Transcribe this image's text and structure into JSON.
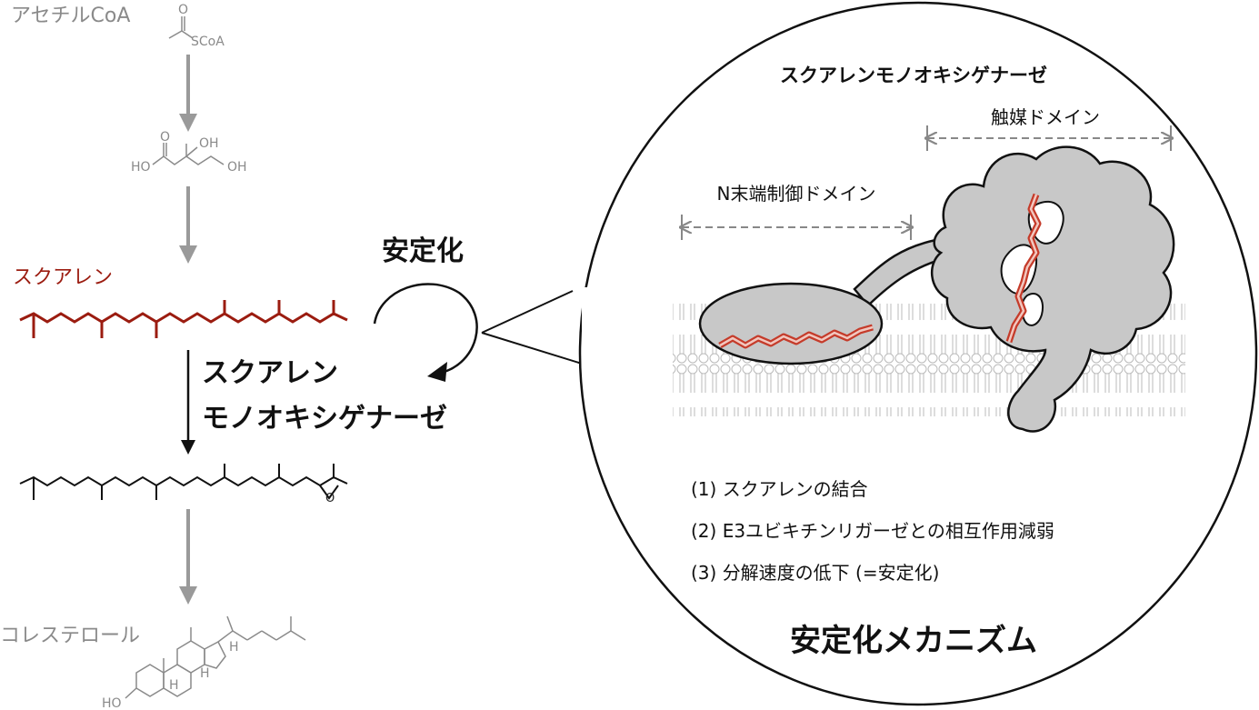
{
  "pathway": {
    "acetyl_coa": "アセチルCoA",
    "scoa": "SCoA",
    "ho_left": "HO",
    "oh_top": "OH",
    "oh_right": "OH",
    "squalene": "スクアレン",
    "cholesterol": "コレステロール",
    "chol_h1": "H",
    "chol_h2": "H",
    "chol_h3": "H",
    "chol_ho": "HO"
  },
  "enzyme": {
    "line1": "スクアレン",
    "line2": "モノオキシゲナーゼ"
  },
  "stabilization_label": "安定化",
  "panel": {
    "title": "スクアレンモノオキシゲナーゼ",
    "catalytic_domain": "触媒ドメイン",
    "n_terminal_domain": "N末端制御ドメイン",
    "steps": [
      "(1) スクアレンの結合",
      "(2) E3ユビキチンリガーゼとの相互作用減弱",
      "(3) 分解速度の低下 (=安定化)"
    ],
    "mechanism": "安定化メカニズム"
  },
  "colors": {
    "squalene_red": "#9b1c10",
    "pathway_grey": "#8a8a8a",
    "protein_grey": "#c8c8c8"
  }
}
